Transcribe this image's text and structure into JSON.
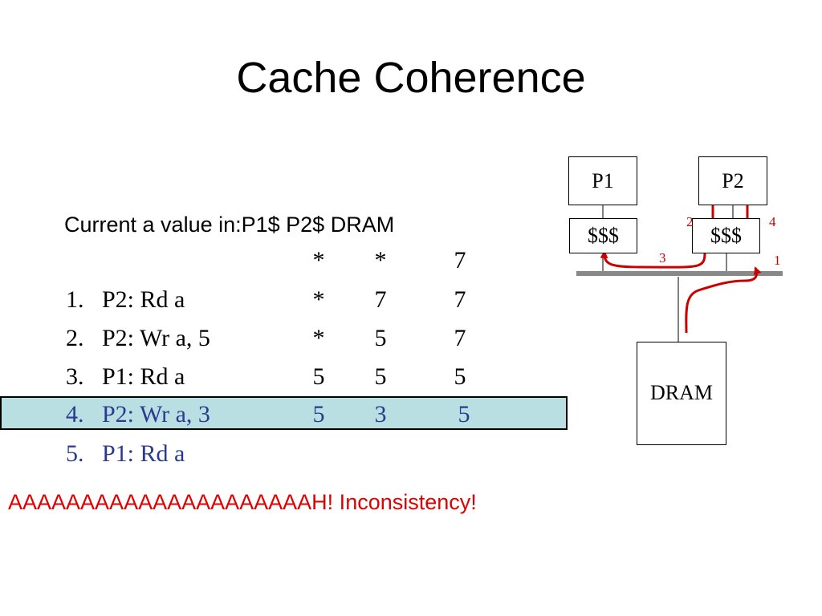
{
  "slide": {
    "title": "Cache Coherence",
    "header": "Current a value in:P1$ P2$ DRAM",
    "initial": {
      "p1": "*",
      "p2": "*",
      "dram": "7"
    },
    "steps": [
      {
        "num": "1.",
        "op": "P2: Rd a",
        "p1": "*",
        "p2": "7",
        "dram": "7"
      },
      {
        "num": "2.",
        "op": "P2: Wr a, 5",
        "p1": "*",
        "p2": "5",
        "dram": "7"
      },
      {
        "num": "3.",
        "op": "P1: Rd a",
        "p1": "5",
        "p2": "5",
        "dram": "5"
      },
      {
        "num": "4.",
        "op": "P2: Wr  a, 3",
        "p1": "5",
        "p2": "3",
        "dram": "5"
      },
      {
        "num": "5.",
        "op": "P1: Rd a",
        "p1": "",
        "p2": "",
        "dram": ""
      }
    ],
    "exclamation": "AAAAAAAAAAAAAAAAAAAAAH!  Inconsistency!"
  },
  "diagram": {
    "p1": "P1",
    "p2": "P2",
    "p1_cache": "$$$",
    "p2_cache": "$$$",
    "dram": "DRAM",
    "arrow_labels": {
      "a1": "1",
      "a2": "2",
      "a3": "3",
      "a4": "4"
    },
    "colors": {
      "arrow": "#cc0000",
      "bus": "#888888",
      "highlight": "#b9dfe2",
      "blue_text": "#2b3a8f",
      "alert": "#e00000"
    }
  }
}
